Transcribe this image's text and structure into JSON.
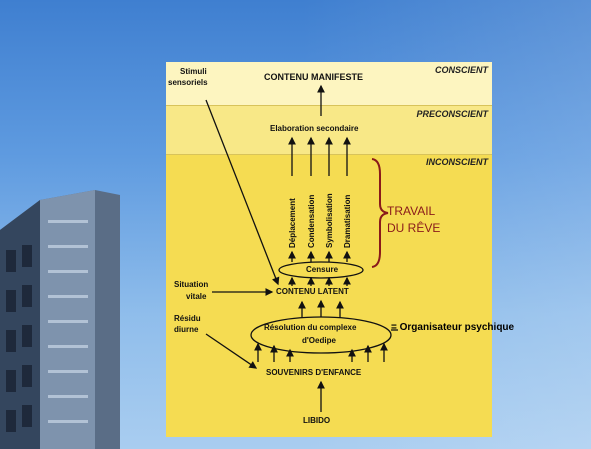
{
  "zones": {
    "conscient": "CONSCIENT",
    "preconscient": "PRECONSCIENT",
    "inconscient": "INCONSCIENT"
  },
  "nodes": {
    "contenu_manifeste": "CONTENU MANIFESTE",
    "elaboration_secondaire": "Elaboration secondaire",
    "censure": "Censure",
    "contenu_latent": "CONTENU LATENT",
    "oedipe_line1": "Résolution du complexe",
    "oedipe_line2": "d'Oedipe",
    "souvenirs": "SOUVENIRS D'ENFANCE",
    "libido": "LIBIDO"
  },
  "inputs": {
    "stimuli_line1": "Stimuli",
    "stimuli_line2": "sensoriels",
    "situation_line1": "Situation",
    "situation_line2": "vitale",
    "residu_line1": "Résidu",
    "residu_line2": "diurne"
  },
  "mechanisms": [
    "Déplacement",
    "Condensation",
    "Symbolisation",
    "Dramatisation"
  ],
  "travail": {
    "line1": "TRAVAIL",
    "line2": "DU RÊVE"
  },
  "organisateur": "= Organisateur psychique",
  "colors": {
    "conscient_bg": "#fdf5c0",
    "preconscient_bg": "#f8e887",
    "inconscient_bg": "#f5dc52",
    "travail_red": "#8a1a1a",
    "sky_blue": "#5f9be0"
  }
}
